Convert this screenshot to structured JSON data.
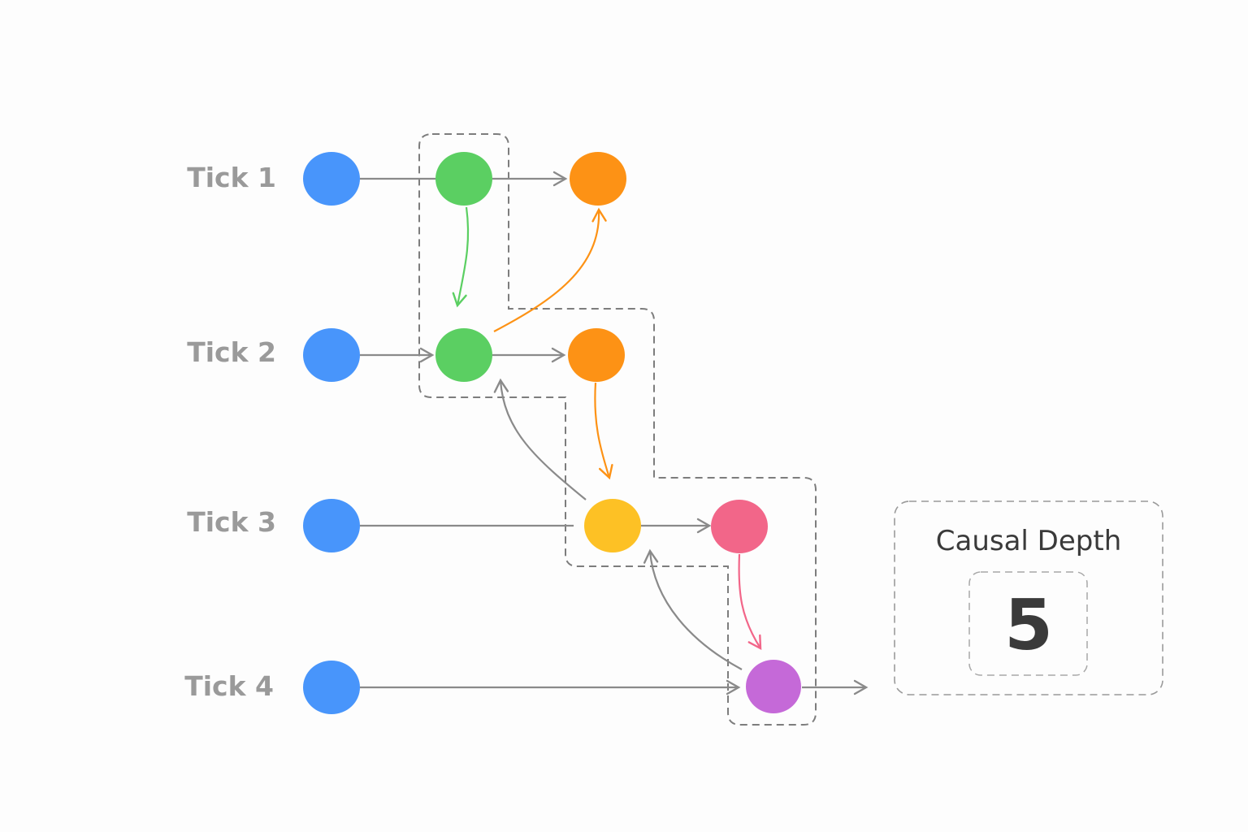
{
  "rows": [
    {
      "label": "Tick 1"
    },
    {
      "label": "Tick 2"
    },
    {
      "label": "Tick 3"
    },
    {
      "label": "Tick 4"
    }
  ],
  "colors": {
    "blue": "#4895fb",
    "green": "#5bcf62",
    "orange": "#fd9215",
    "yellow": "#fdc125",
    "pink": "#f26689",
    "purple": "#c569d8",
    "edge_gray": "#8a8a8a",
    "dash_gray": "#7d7d7d"
  },
  "nodes": [
    {
      "id": "t1-blue",
      "row": 1,
      "col": 0,
      "color": "blue"
    },
    {
      "id": "t1-green",
      "row": 1,
      "col": 1,
      "color": "green"
    },
    {
      "id": "t1-orange",
      "row": 1,
      "col": 2,
      "color": "orange"
    },
    {
      "id": "t2-blue",
      "row": 2,
      "col": 0,
      "color": "blue"
    },
    {
      "id": "t2-green",
      "row": 2,
      "col": 1,
      "color": "green"
    },
    {
      "id": "t2-orange",
      "row": 2,
      "col": 2,
      "color": "orange"
    },
    {
      "id": "t3-blue",
      "row": 3,
      "col": 0,
      "color": "blue"
    },
    {
      "id": "t3-yellow",
      "row": 3,
      "col": 3,
      "color": "yellow"
    },
    {
      "id": "t3-pink",
      "row": 3,
      "col": 4,
      "color": "pink"
    },
    {
      "id": "t4-blue",
      "row": 4,
      "col": 0,
      "color": "blue"
    },
    {
      "id": "t4-purple",
      "row": 4,
      "col": 5,
      "color": "purple"
    }
  ],
  "edges": [
    {
      "from": "t1-blue",
      "to": "t1-green",
      "color": "edge_gray",
      "arrow": false
    },
    {
      "from": "t1-green",
      "to": "t1-orange",
      "color": "edge_gray",
      "arrow": true
    },
    {
      "from": "t1-green",
      "to": "t2-green",
      "color": "green",
      "arrow": true,
      "curved": true
    },
    {
      "from": "t2-green",
      "to": "t1-orange",
      "color": "orange",
      "arrow": true,
      "curved": true
    },
    {
      "from": "t2-blue",
      "to": "t2-green",
      "color": "edge_gray",
      "arrow": true
    },
    {
      "from": "t2-green",
      "to": "t2-orange",
      "color": "edge_gray",
      "arrow": true
    },
    {
      "from": "t2-orange",
      "to": "t3-yellow",
      "color": "orange",
      "arrow": true,
      "curved": true
    },
    {
      "from": "t3-yellow",
      "to": "t2-green",
      "color": "edge_gray",
      "arrow": true,
      "curved": true
    },
    {
      "from": "t3-blue",
      "to": "t3-yellow",
      "color": "edge_gray",
      "arrow": false
    },
    {
      "from": "t3-yellow",
      "to": "t3-pink",
      "color": "edge_gray",
      "arrow": true
    },
    {
      "from": "t3-pink",
      "to": "t4-purple",
      "color": "pink",
      "arrow": true,
      "curved": true
    },
    {
      "from": "t4-purple",
      "to": "t3-yellow",
      "color": "edge_gray",
      "arrow": true,
      "curved": true
    },
    {
      "from": "t4-blue",
      "to": "t4-purple",
      "color": "edge_gray",
      "arrow": true
    },
    {
      "from": "t4-purple",
      "to": "out",
      "color": "edge_gray",
      "arrow": true
    }
  ],
  "causal_depth": {
    "title": "Causal Depth",
    "value": "5"
  }
}
